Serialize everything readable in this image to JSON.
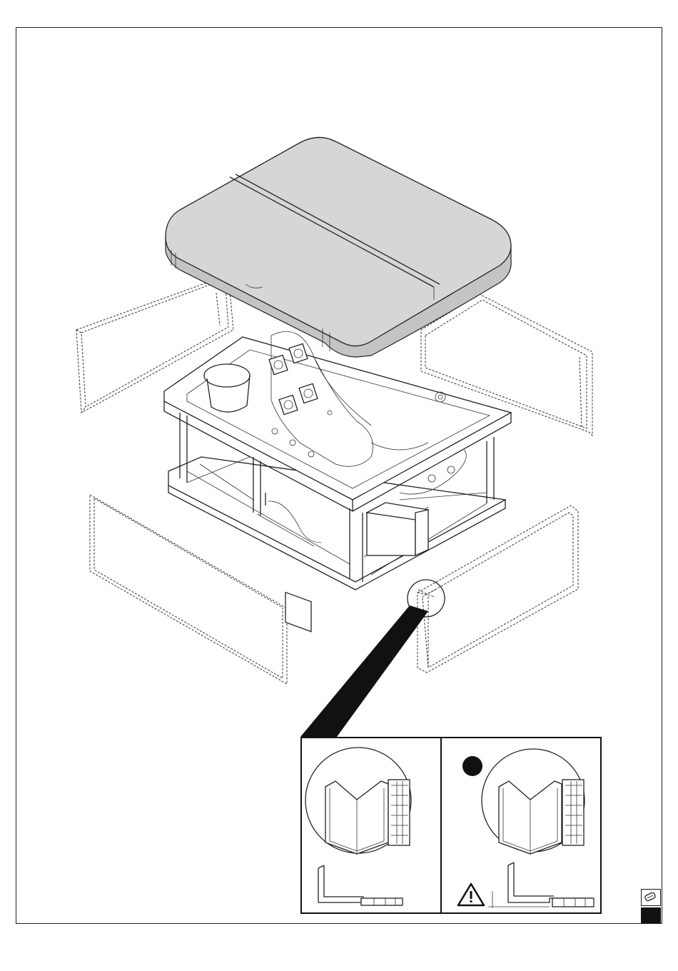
{
  "figure": {
    "subject": "spa-tub-installation",
    "components": [
      "cover",
      "tub",
      "frame",
      "side-panels",
      "corner-detail"
    ]
  },
  "detail_panels": [
    {
      "id": "correct",
      "has_marker": false,
      "has_warning": false
    },
    {
      "id": "incorrect",
      "has_marker": true,
      "has_warning": true
    }
  ],
  "icons": {
    "warning": "warning-triangle-icon",
    "marker": "filled-circle-marker",
    "note": "note-pencil-icon"
  },
  "colors": {
    "line": "#222222",
    "cover_fill": "#d6d6d6",
    "background": "#ffffff"
  }
}
